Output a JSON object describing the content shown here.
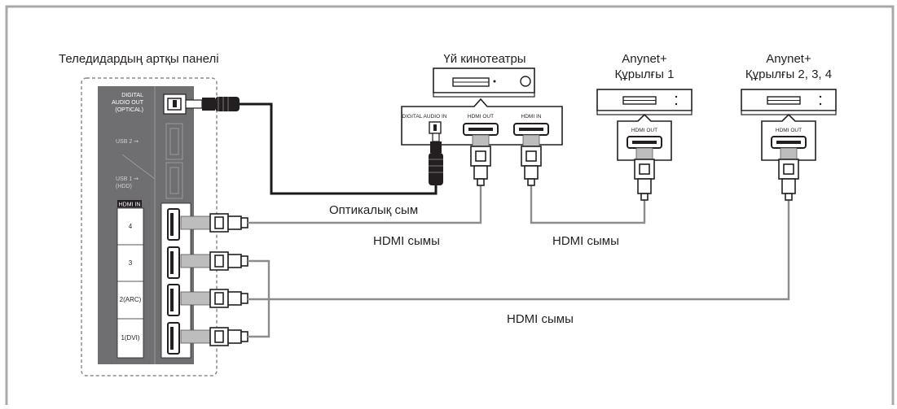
{
  "tv_panel": {
    "title": "Теледидардың артқы панелі",
    "digital_audio_out": [
      "DIGITAL",
      "AUDIO OUT",
      "(OPTICAL)"
    ],
    "usb2": "USB 2 ⇝",
    "usb1": [
      "USB 1 ⇝",
      "(HDD)"
    ],
    "hdmi_in_header": "HDMI IN",
    "hdmi_ports": [
      "4",
      "3",
      "2(ARC)",
      "1(DVI)"
    ]
  },
  "home_theater": {
    "title": "Үй кинотеатры",
    "port_digital_audio_in": "DIGITAL AUDIO IN",
    "port_hdmi_out": "HDMI OUT",
    "port_hdmi_in": "HDMI IN"
  },
  "device1": {
    "title": [
      "Anynet+",
      "Құрылғы 1"
    ],
    "port": "HDMI OUT"
  },
  "device2": {
    "title": [
      "Anynet+",
      "Құрылғы 2, 3, 4"
    ],
    "port": "HDMI OUT"
  },
  "cables": {
    "optical": "Оптикалық сым",
    "hdmi_1": "HDMI сымы",
    "hdmi_2": "HDMI сымы",
    "hdmi_3": "HDMI сымы"
  },
  "colors": {
    "frame": "#a8a8a8",
    "panel": "#6f6f71",
    "cable_gray": "#8c8c8c",
    "cable_black": "#1a1a1a"
  }
}
